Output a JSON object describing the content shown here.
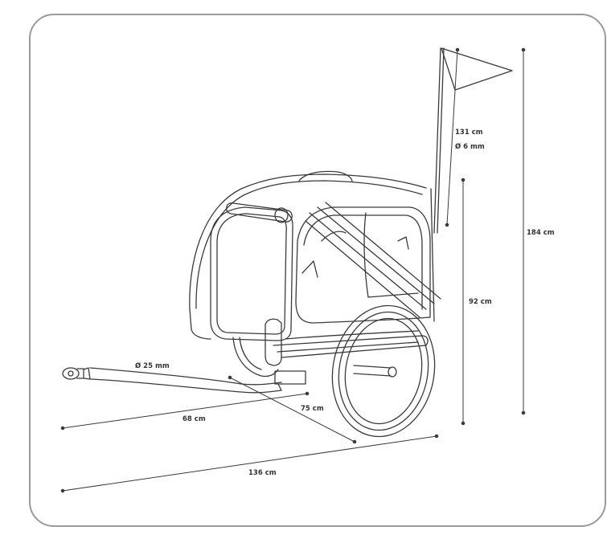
{
  "diagram": {
    "frame_color": "#9a9a9a",
    "line_color": "#3a3a3a",
    "dimensions": {
      "flag_height": "131 cm",
      "flag_diameter": "Ø 6 mm",
      "total_height": "184 cm",
      "trailer_height": "92 cm",
      "tow_bar_diameter": "Ø 25 mm",
      "tow_bar_length": "68 cm",
      "trailer_width": "75 cm",
      "total_length": "136 cm"
    }
  }
}
